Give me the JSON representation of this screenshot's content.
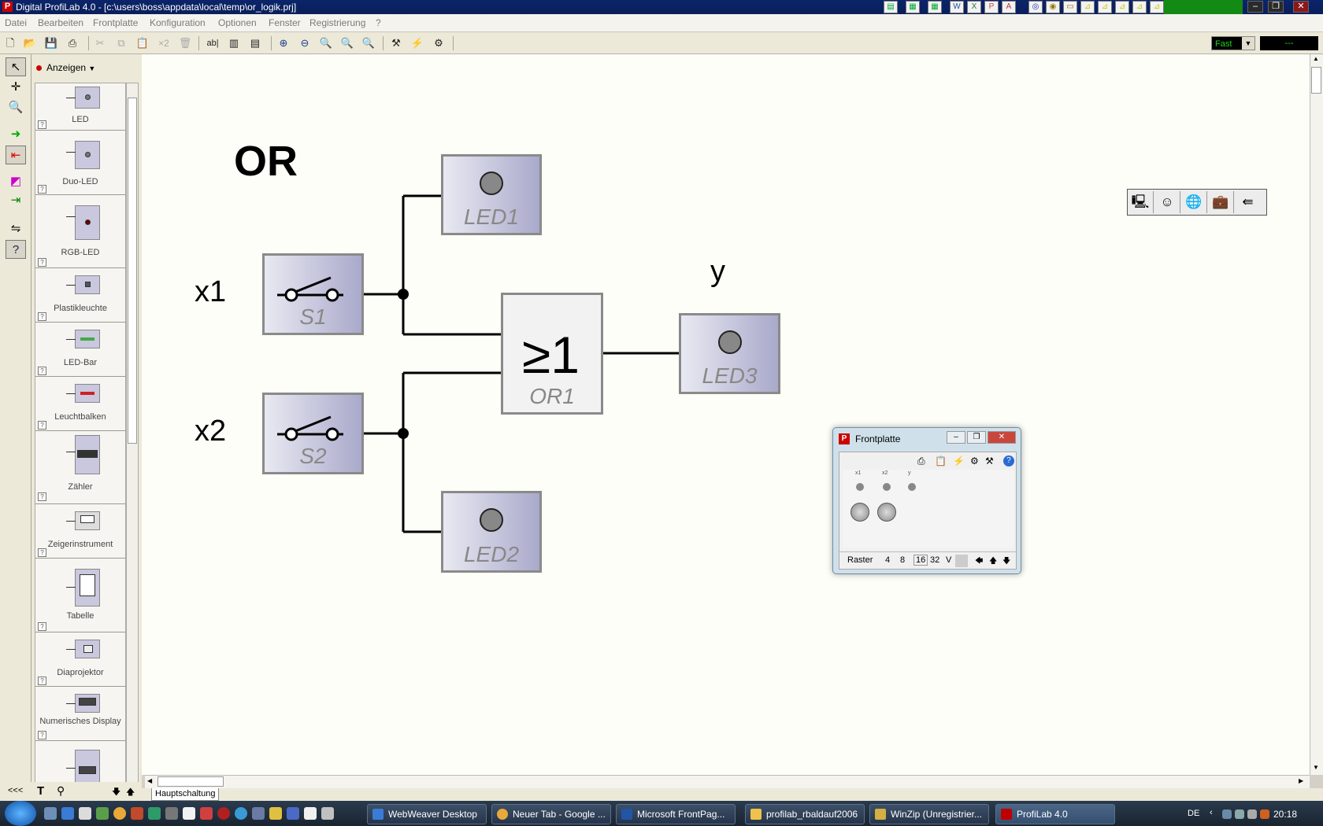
{
  "window": {
    "title": "Digital ProfiLab 4.0 - [c:\\users\\boss\\appdata\\local\\temp\\or_logik.prj]"
  },
  "menu": [
    "Datei",
    "Bearbeiten",
    "Frontplatte",
    "Konfiguration",
    "Optionen",
    "Fenster",
    "Registrierung",
    "?"
  ],
  "toolbar": {
    "speed": "Fast",
    "speed_display": "---"
  },
  "palette": {
    "category": "Anzeigen",
    "items": [
      {
        "label": "LED",
        "icon_code": "LED0"
      },
      {
        "label": "Duo-LED",
        "icon_code": "DLED0"
      },
      {
        "label": "RGB-LED",
        "icon_code": "RGB0"
      },
      {
        "label": "Plastikleuchte",
        "icon_code": "LA0"
      },
      {
        "label": "LED-Bar",
        "icon_code": "LB0"
      },
      {
        "label": "Leuchtbalken",
        "icon_code": "LB0"
      },
      {
        "label": "Zähler",
        "icon_code": "CO0"
      },
      {
        "label": "Zeigerinstrument",
        "icon_code": "M0"
      },
      {
        "label": "Tabelle",
        "icon_code": "TAB0"
      },
      {
        "label": "Diaprojektor",
        "icon_code": "PJ0"
      },
      {
        "label": "Numerisches Display",
        "icon_code": "ND0"
      },
      {
        "label": "",
        "icon_code": "TXT"
      }
    ],
    "bottom_collapse": "<<<"
  },
  "circuit": {
    "title": "OR",
    "input1_label": "x1",
    "input2_label": "x2",
    "output_label": "y",
    "switch1": "S1",
    "switch2": "S2",
    "led1": "LED1",
    "led2": "LED2",
    "led3": "LED3",
    "gate_symbol": "≥1",
    "gate_name": "OR1"
  },
  "sheet_tab": "Hauptschaltung",
  "frontplatte": {
    "title": "Frontplatte",
    "labels": [
      "x1",
      "x2",
      "y"
    ],
    "raster_label": "Raster",
    "raster_options": [
      "4",
      "8",
      "16",
      "32"
    ],
    "v_label": "V"
  },
  "taskbar": {
    "buttons": [
      {
        "label": "WebWeaver Desktop",
        "color": "#3a7bd5"
      },
      {
        "label": "Neuer Tab - Google ...",
        "color": "#e8a93a"
      },
      {
        "label": "Microsoft FrontPag...",
        "color": "#2155a6"
      },
      {
        "label": "profilab_rbaldauf2006",
        "color": "#f0c24a"
      },
      {
        "label": "WinZip (Unregistrier...",
        "color": "#d3b041"
      },
      {
        "label": "ProfiLab 4.0",
        "color": "#c00000"
      }
    ],
    "language": "DE",
    "clock": "20:18"
  },
  "colors": {
    "canvas_bg": "#fefef8",
    "component_border": "#8a8a8a",
    "wire": "#000000"
  }
}
